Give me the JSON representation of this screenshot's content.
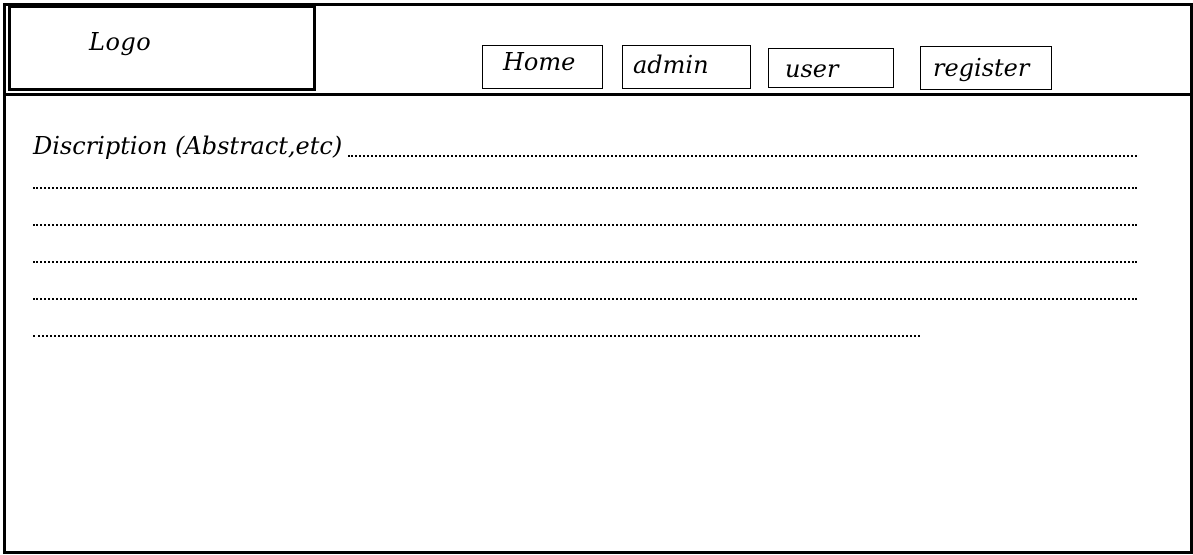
{
  "header": {
    "logo_label": "Logo",
    "nav": [
      {
        "label": "Home"
      },
      {
        "label": "admin"
      },
      {
        "label": "user"
      },
      {
        "label": "register"
      }
    ]
  },
  "main": {
    "description_label": "Discription (Abstract,etc)"
  }
}
